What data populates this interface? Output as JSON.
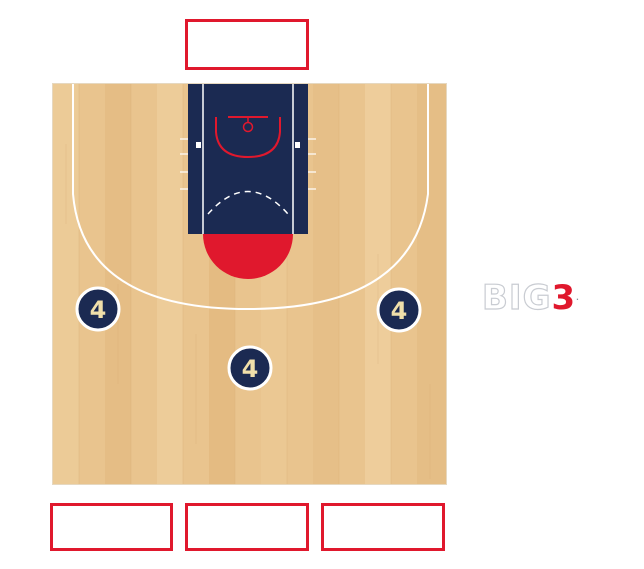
{
  "slots": {
    "top": "",
    "bottom": [
      "",
      "",
      ""
    ]
  },
  "logo": {
    "main": "BIG",
    "accent": "3",
    "tm": "."
  },
  "players": [
    {
      "number": "4",
      "position": "left-wing"
    },
    {
      "number": "4",
      "position": "top-of-key"
    },
    {
      "number": "4",
      "position": "right-wing"
    }
  ],
  "colors": {
    "court_wood": "#e8c28c",
    "paint": "#1b2a52",
    "accent_red": "#e0182d",
    "badge_fill": "#1b2a52",
    "badge_text": "#f0dfaa",
    "badge_ring": "#ffffff"
  }
}
